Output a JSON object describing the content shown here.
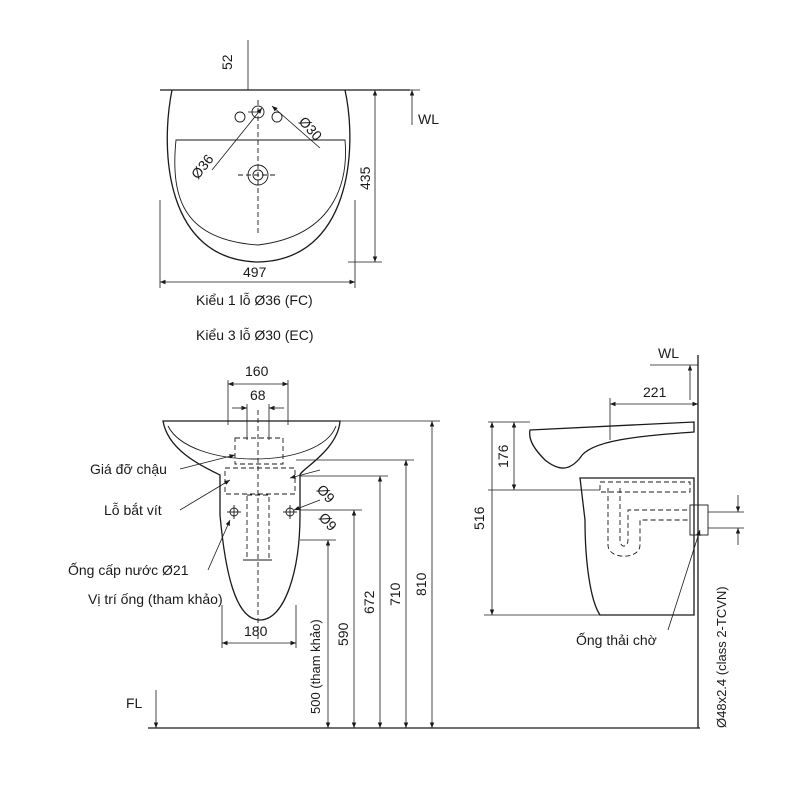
{
  "top_view": {
    "dim_52": "52",
    "dim_wl": "WL",
    "dim_d36": "Ø36",
    "dim_d30": "Ø30",
    "dim_435": "435",
    "dim_497": "497",
    "caption_1": "Kiểu 1 lỗ Ø36 (FC)",
    "caption_2": "Kiểu 3 lỗ Ø30 (EC)"
  },
  "front_view": {
    "dim_160": "160",
    "dim_68": "68",
    "label_bracket": "Giá đỡ chậu",
    "label_screw": "Lỗ bắt vít",
    "dim_d9_top": "Ø9",
    "dim_d9_bottom": "Ø9",
    "label_supply_1": "Ống cấp nước Ø21",
    "label_supply_2": "Vị trí ống (tham khảo)",
    "dim_180": "180",
    "dim_500": "500 (tham khảo)",
    "dim_590": "590",
    "dim_672": "672",
    "dim_710": "710",
    "dim_810": "810",
    "fl": "FL"
  },
  "side_view": {
    "wl": "WL",
    "dim_221": "221",
    "dim_176": "176",
    "dim_516": "516",
    "label_drain": "Ống thải chờ",
    "label_pipe": "Ø48x2.4 (class 2-TCVN)"
  }
}
